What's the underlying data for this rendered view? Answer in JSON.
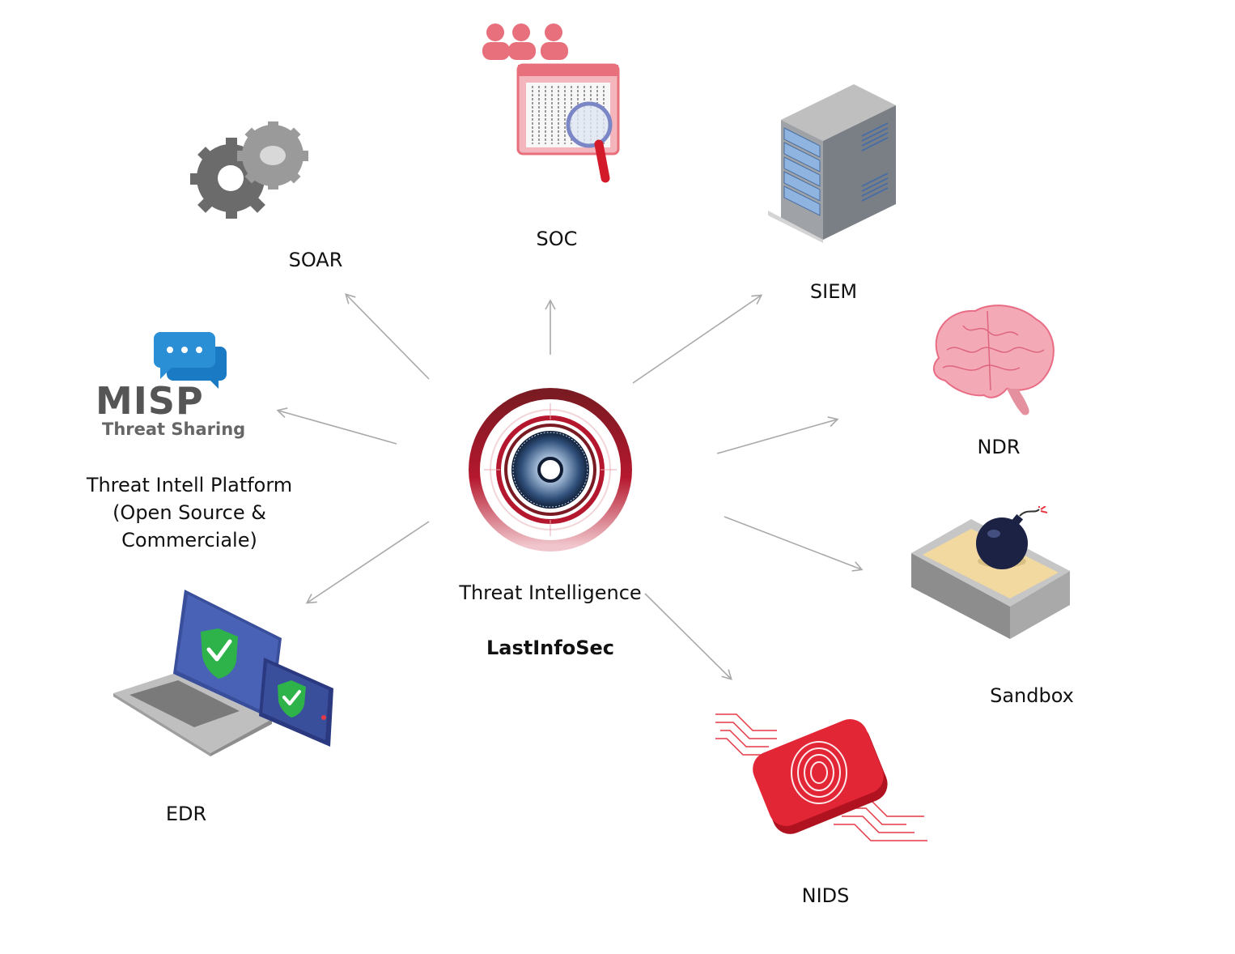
{
  "center": {
    "title": "Threat Intelligence",
    "brand": "LastInfoSec"
  },
  "nodes": {
    "soar": "SOAR",
    "soc": "SOC",
    "siem": "SIEM",
    "ndr": "NDR",
    "sandbox": "Sandbox",
    "nids": "NIDS",
    "edr": "EDR",
    "tip": {
      "line1": "Threat Intell Platform",
      "line2": "(Open Source &",
      "line3": "Commerciale)"
    }
  },
  "misp_logo": {
    "word": "MISP",
    "tagline": "Threat Sharing"
  },
  "colors": {
    "accent_red": "#c8102e",
    "arrow": "#a9a9a9",
    "misp_blue": "#2b8fd6",
    "misp_gray": "#555555",
    "shield_green": "#2db34a",
    "screen_blue": "#3a4f9c"
  }
}
